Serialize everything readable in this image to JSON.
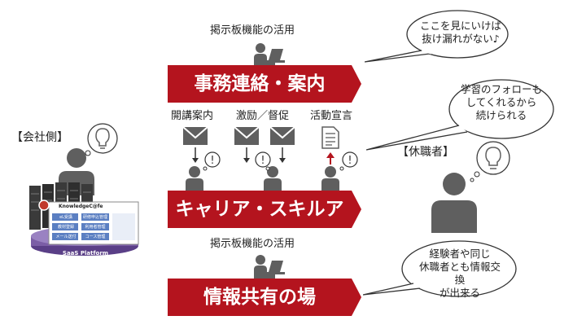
{
  "sections": {
    "top_caption": "掲示板機能の活用",
    "bottom_caption": "掲示板機能の活用",
    "banner_contact": "事務連絡・案内",
    "banner_career": "キャリア・スキルアップ",
    "banner_share": "情報共有の場"
  },
  "activities": {
    "label_1": "開講案内",
    "label_2": "激励／督促",
    "label_3": "活動宣言"
  },
  "company": {
    "label": "【会社側】",
    "platform_title": "KnowledgeC@fe",
    "platform_base": "SaaS Platform",
    "menu": [
      "eL受講",
      "研修申込管理",
      "教材登録",
      "利用者管理",
      "メール送付",
      "コース管理"
    ]
  },
  "leave": {
    "label": "【休職者】"
  },
  "bubbles": {
    "bubble_1": [
      "ここを見にいけば",
      "抜け漏れがない♪"
    ],
    "bubble_2": [
      "学習のフォローも",
      "してくれるから",
      "続けられる"
    ],
    "bubble_3": [
      "経験者や同じ",
      "休職者とも情報交換",
      "が出来る"
    ]
  },
  "colors": {
    "banner": "#b4141e",
    "person": "#5f5f5f",
    "envelope": "#5f5f5f",
    "bubble_border": "#333333",
    "platform_purple": "#7b5ea6"
  },
  "icons": [
    "person-icon",
    "laptop-icon",
    "envelope-icon",
    "down-arrow-icon",
    "up-arrow-icon",
    "document-icon",
    "exclamation-bubble-icon",
    "lightbulb-icon",
    "server-rack-icon"
  ]
}
